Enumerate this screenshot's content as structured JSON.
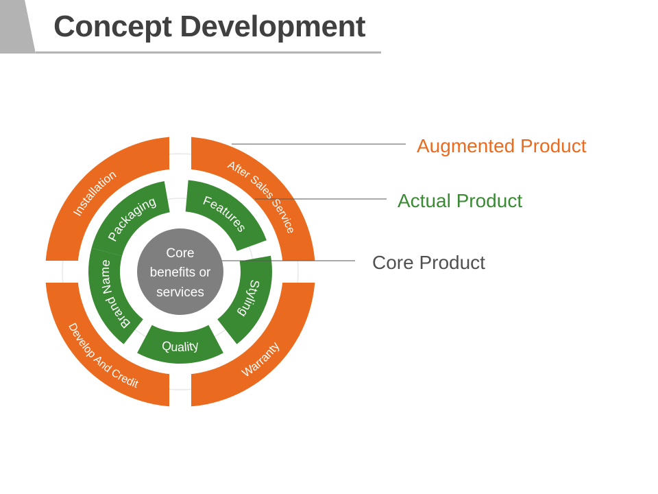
{
  "title": "Concept Development",
  "colors": {
    "augmented": "#ea6b1f",
    "actual": "#3a8a34",
    "core": "#7f7f7f",
    "title_text": "#404040",
    "legend_core_text": "#505050",
    "accent_bar": "#b3b3b3",
    "ring_track": "#e8e8e8"
  },
  "levels": {
    "augmented": {
      "label": "Augmented Product",
      "segments": [
        "Installation",
        "After Sales Service",
        "Warranty",
        "Develop And Credit"
      ]
    },
    "actual": {
      "label": "Actual Product",
      "segments": [
        "Packaging",
        "Features",
        "Styling",
        "Quality",
        "Brand Name"
      ]
    },
    "core": {
      "label": "Core Product",
      "center_lines": [
        "Core",
        "benefits or",
        "services"
      ]
    }
  }
}
